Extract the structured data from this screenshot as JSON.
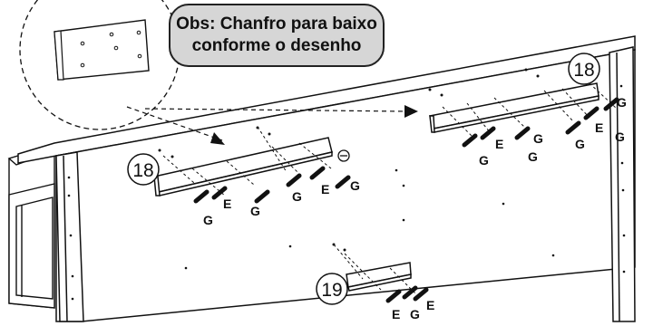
{
  "note": {
    "line1": "Obs: Chanfro para baixo",
    "line2": "conforme o desenho"
  },
  "part_labels": [
    {
      "id": "left-18",
      "text": "18"
    },
    {
      "id": "right-18",
      "text": "18"
    },
    {
      "id": "bottom-19",
      "text": "19"
    }
  ],
  "hardware_labels": {
    "left_strip": [
      "G",
      "E",
      "G",
      "G",
      "E",
      "G"
    ],
    "right_strip": [
      "E",
      "G",
      "G",
      "G",
      "G",
      "E",
      "G",
      "G"
    ],
    "bottom_strip": [
      "E",
      "G",
      "E"
    ]
  },
  "colors": {
    "line": "#111111",
    "note_fill": "#d6d6d6",
    "panel_fill": "#ffffff"
  }
}
